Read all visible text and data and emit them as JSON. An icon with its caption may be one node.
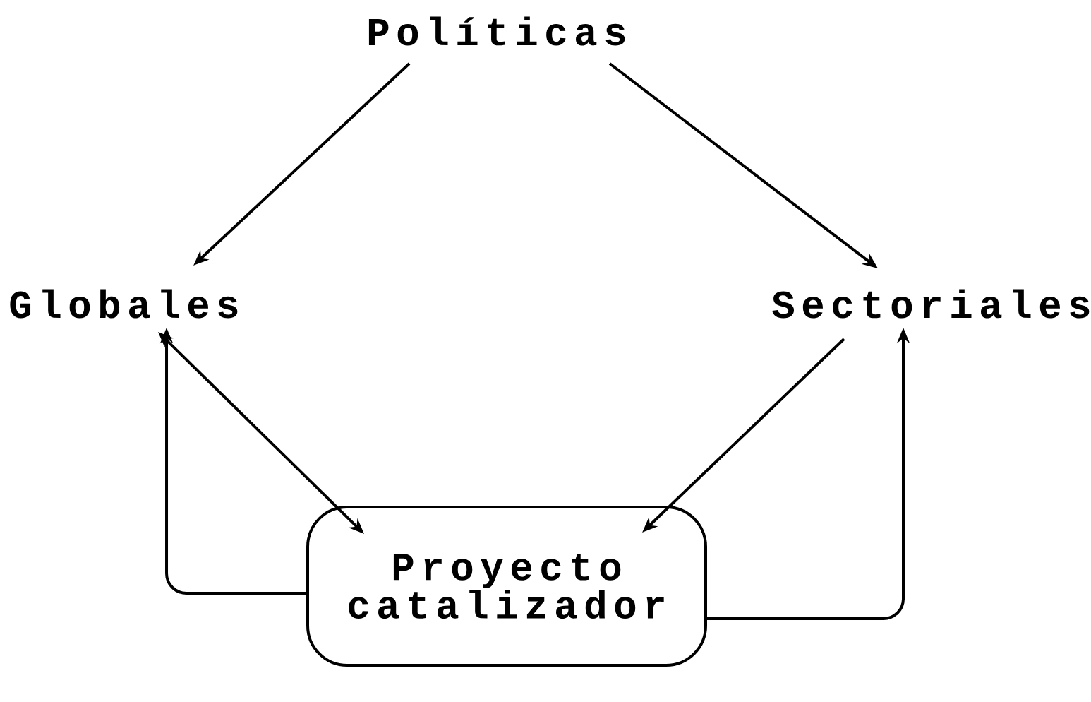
{
  "diagram": {
    "nodes": [
      {
        "text": [
          "Políticas"
        ]
      },
      {
        "text": [
          "Globales"
        ]
      },
      {
        "text": [
          "Sectoriales"
        ]
      },
      {
        "text": [
          "Proyecto catalizador"
        ]
      }
    ],
    "edges": [
      {
        "from": 0,
        "to": 1,
        "arrow": "to"
      },
      {
        "from": 0,
        "to": 2,
        "arrow": "to"
      },
      {
        "from": 1,
        "to": 3,
        "arrow": "both"
      },
      {
        "from": 2,
        "to": 3,
        "arrow": "to"
      },
      {
        "from": 3,
        "to": 1,
        "arrow": "to"
      },
      {
        "from": 3,
        "to": 2,
        "arrow": "to"
      }
    ]
  }
}
